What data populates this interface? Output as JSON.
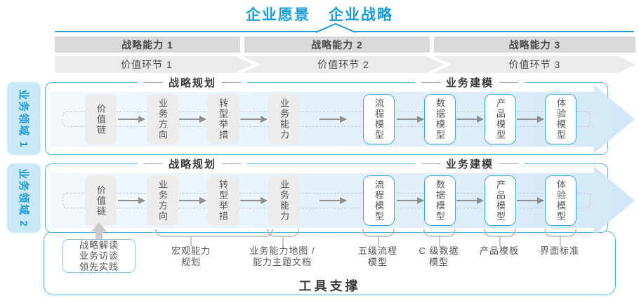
{
  "header": {
    "vision": "企业愿景",
    "strategy": "企业战略"
  },
  "capabilities": [
    {
      "label": "战略能力 1"
    },
    {
      "label": "战略能力 2"
    },
    {
      "label": "战略能力 3"
    }
  ],
  "value_links": [
    {
      "label": "价值环节 1"
    },
    {
      "label": "价值环节 2"
    },
    {
      "label": "价值环节 3"
    }
  ],
  "domains": [
    {
      "label": "业务领域 1"
    },
    {
      "label": "业务领域 2"
    }
  ],
  "rows": [
    {
      "planning_title": "战略规划",
      "modeling_title": "业务建模",
      "boxes": [
        {
          "label": "价值链",
          "style": "gray"
        },
        {
          "label": "业务方向",
          "style": "gray"
        },
        {
          "label": "转型举措",
          "style": "gray"
        },
        {
          "label": "业务能力",
          "style": "gray"
        },
        {
          "label": "流程模型",
          "style": "blue"
        },
        {
          "label": "数据模型",
          "style": "blue"
        },
        {
          "label": "产品模型",
          "style": "blue"
        },
        {
          "label": "体验模型",
          "style": "blue"
        }
      ]
    },
    {
      "planning_title": "战略规划",
      "modeling_title": "业务建模",
      "boxes": [
        {
          "label": "价值链",
          "style": "gray"
        },
        {
          "label": "业务方向",
          "style": "gray"
        },
        {
          "label": "转型举措",
          "style": "gray"
        },
        {
          "label": "业务能力",
          "style": "gray"
        },
        {
          "label": "流程模型",
          "style": "blue"
        },
        {
          "label": "数据模型",
          "style": "blue"
        },
        {
          "label": "产品模型",
          "style": "blue"
        },
        {
          "label": "体验模型",
          "style": "blue"
        }
      ]
    }
  ],
  "annotations": {
    "source_box": {
      "lines": [
        "战略解读",
        "业务访谈",
        "领先实践"
      ]
    },
    "notes": [
      {
        "lines": [
          "宏观能力",
          "规划"
        ]
      },
      {
        "lines": [
          "业务能力地图 /",
          "能力主题文档"
        ]
      },
      {
        "lines": [
          "五级流程",
          "模型"
        ]
      },
      {
        "lines": [
          "C 级数据",
          "模型"
        ]
      },
      {
        "lines": [
          "产品模板"
        ]
      },
      {
        "lines": [
          "界面标准"
        ]
      }
    ]
  },
  "footer": {
    "tool_support": "工具支撑"
  },
  "colors": {
    "accent_blue": "#189BD7",
    "border_blue": "#55B1E1",
    "node_border_blue": "#41A8DE",
    "tab_fill": "#C9E8F8",
    "bar_gray": "#D9D9D9",
    "band_gray": "#EBEBEB",
    "node_gray": "#ECECEC",
    "arrow_band": "#D2E7F6",
    "text_dark": "#3C3C3C",
    "text_mid": "#545454"
  }
}
